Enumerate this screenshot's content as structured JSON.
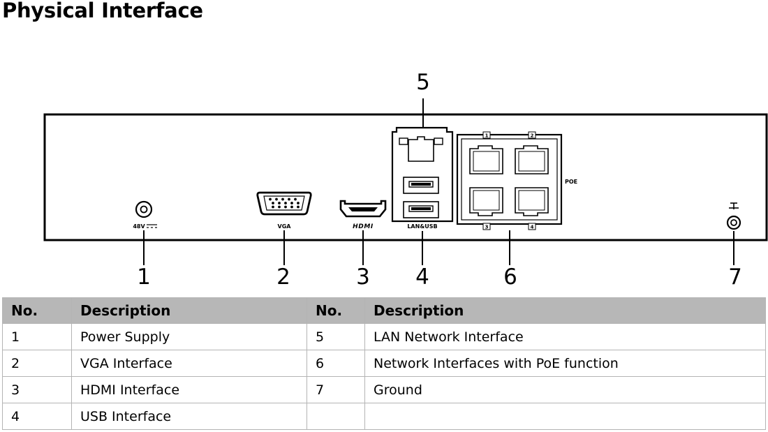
{
  "title": "Physical Interface",
  "diagram": {
    "callouts": [
      "1",
      "2",
      "3",
      "4",
      "5",
      "6",
      "7"
    ],
    "labels": {
      "power": "48V",
      "vga": "VGA",
      "hdmi": "HDMI",
      "lan_usb": "LAN&USB",
      "poe": "POE",
      "poe_ports": [
        "1",
        "2",
        "3",
        "4"
      ]
    },
    "icons": [
      "dc-power-jack-icon",
      "vga-port-icon",
      "hdmi-port-icon",
      "rj45-port-icon",
      "usb-port-icon",
      "ground-icon"
    ]
  },
  "table": {
    "headers": [
      "No.",
      "Description",
      "No.",
      "Description"
    ],
    "rows": [
      [
        "1",
        "Power Supply",
        "5",
        "LAN Network Interface"
      ],
      [
        "2",
        "VGA Interface",
        "6",
        "Network Interfaces with PoE function"
      ],
      [
        "3",
        "HDMI Interface",
        "7",
        "Ground"
      ],
      [
        "4",
        "USB Interface",
        "",
        ""
      ]
    ]
  }
}
